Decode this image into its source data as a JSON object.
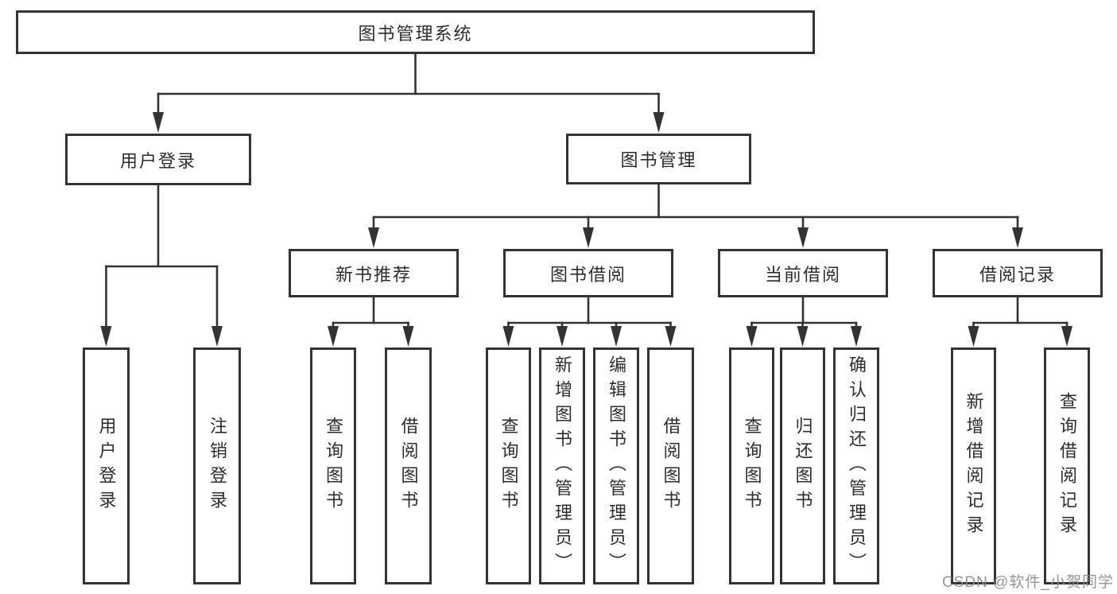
{
  "watermark": {
    "text": "CSDN @软件_小贺同学"
  },
  "colors": {
    "line": "#333333",
    "box_border": "#333333",
    "box_fill": "#ffffff",
    "text": "#2d2d2d",
    "watermark": "#8a8a8a",
    "background": "#ffffff"
  },
  "diagram": {
    "title": "图书管理系统",
    "tree": {
      "id": "root",
      "label": "图书管理系统",
      "children": [
        {
          "id": "user-login",
          "label": "用户登录",
          "children": [
            {
              "id": "leaf-user-login",
              "label": "用户登录"
            },
            {
              "id": "leaf-logout",
              "label": "注销登录"
            }
          ]
        },
        {
          "id": "book-mgmt",
          "label": "图书管理",
          "children": [
            {
              "id": "new-book-rec",
              "label": "新书推荐",
              "children": [
                {
                  "id": "leaf-query-book-1",
                  "label": "查询图书"
                },
                {
                  "id": "leaf-borrow-book-1",
                  "label": "借阅图书"
                }
              ]
            },
            {
              "id": "book-borrow",
              "label": "图书借阅",
              "children": [
                {
                  "id": "leaf-query-book-2",
                  "label": "查询图书"
                },
                {
                  "id": "leaf-add-book",
                  "label": "新增图书（管理员）"
                },
                {
                  "id": "leaf-edit-book",
                  "label": "编辑图书（管理员）"
                },
                {
                  "id": "leaf-borrow-book-2",
                  "label": "借阅图书"
                }
              ]
            },
            {
              "id": "current-borrow",
              "label": "当前借阅",
              "children": [
                {
                  "id": "leaf-query-book-3",
                  "label": "查询图书"
                },
                {
                  "id": "leaf-return-book",
                  "label": "归还图书"
                },
                {
                  "id": "leaf-confirm-return",
                  "label": "确认归还（管理员）"
                }
              ]
            },
            {
              "id": "borrow-records",
              "label": "借阅记录",
              "children": [
                {
                  "id": "leaf-add-borrow-record",
                  "label": "新增借阅记录"
                },
                {
                  "id": "leaf-query-borrow-record",
                  "label": "查询借阅记录"
                }
              ]
            }
          ]
        }
      ]
    }
  }
}
